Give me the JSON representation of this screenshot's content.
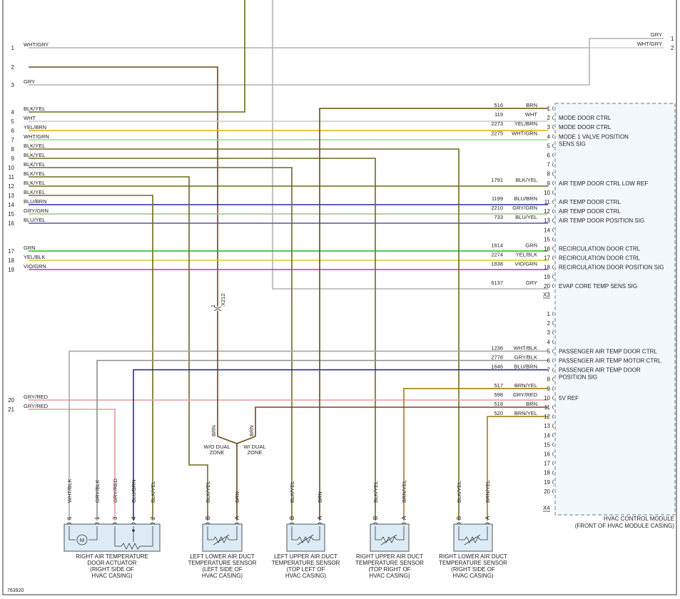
{
  "wire_colors": {
    "WHT": "#c8c8c8",
    "GRY": "#b4b4b4",
    "BLK/YEL": "#6e6a1c",
    "YEL/BRN": "#d9b800",
    "WHT/GRN": "#a6d08e",
    "BLU/BRN": "#2a2aa0",
    "GRY/GRN": "#9fbf8f",
    "BLU/YEL": "#5a4fae",
    "GRN": "#22b022",
    "YEL/BLK": "#d6cc20",
    "VIO/GRN": "#e020c8",
    "GRY/RED": "#e69a9a",
    "BRN": "#6b4a10",
    "BRN/YEL": "#a0800f",
    "WHT/BLK": "#a6a6a6",
    "GRY/BLK": "#8f8f8f",
    "WHT/GRY": "#d0d0d0"
  },
  "left_wires": [
    {
      "pin": "1",
      "color": "WHT/GRY"
    },
    {
      "pin": "2",
      "color": ""
    },
    {
      "pin": "3",
      "color": "GRY"
    },
    {
      "pin": "4",
      "color": "BLK/YEL"
    },
    {
      "pin": "5",
      "color": "WHT"
    },
    {
      "pin": "6",
      "color": "YEL/BRN"
    },
    {
      "pin": "7",
      "color": "WHT/GRN"
    },
    {
      "pin": "8",
      "color": "BLK/YEL"
    },
    {
      "pin": "9",
      "color": "BLK/YEL"
    },
    {
      "pin": "10",
      "color": "BLK/YEL"
    },
    {
      "pin": "11",
      "color": "BLK/YEL"
    },
    {
      "pin": "12",
      "color": "BLK/YEL"
    },
    {
      "pin": "13",
      "color": "BLK/YEL"
    },
    {
      "pin": "14",
      "color": "BLU/BRN"
    },
    {
      "pin": "15",
      "color": "GRY/GRN"
    },
    {
      "pin": "16",
      "color": "BLU/YEL"
    },
    {
      "pin": "17",
      "color": "GRN"
    },
    {
      "pin": "18",
      "color": "YEL/BLK"
    },
    {
      "pin": "19",
      "color": "VIO/GRN"
    },
    {
      "pin": "20",
      "color": "GRY/RED"
    },
    {
      "pin": "21",
      "color": "GRY/RED"
    }
  ],
  "top_right_wires": [
    {
      "pin": "1",
      "color": "GRY"
    },
    {
      "pin": "2",
      "color": "WHT/GRY"
    }
  ],
  "x3_connector": {
    "label": "X3",
    "pins": [
      {
        "pin": "1",
        "circuit": "516",
        "color": "BRN",
        "func": ""
      },
      {
        "pin": "2",
        "circuit": "119",
        "color": "WHT",
        "func": "MODE DOOR CTRL"
      },
      {
        "pin": "3",
        "circuit": "2273",
        "color": "YEL/BRN",
        "func": "MODE DOOR CTRL"
      },
      {
        "pin": "4",
        "circuit": "2275",
        "color": "WHT/GRN",
        "func": "MODE 1 VALVE POSITION"
      },
      {
        "pin": "5",
        "circuit": "",
        "color": "",
        "func": "SENS SIG"
      },
      {
        "pin": "6",
        "circuit": "",
        "color": "",
        "func": ""
      },
      {
        "pin": "7",
        "circuit": "",
        "color": "",
        "func": ""
      },
      {
        "pin": "8",
        "circuit": "",
        "color": "",
        "func": ""
      },
      {
        "pin": "9",
        "circuit": "1791",
        "color": "BLK/YEL",
        "func": "AIR TEMP DOOR CTRL LOW REF"
      },
      {
        "pin": "10",
        "circuit": "",
        "color": "",
        "func": ""
      },
      {
        "pin": "11",
        "circuit": "1199",
        "color": "BLU/BRN",
        "func": "AIR TEMP DOOR CTRL"
      },
      {
        "pin": "12",
        "circuit": "2210",
        "color": "GRY/GRN",
        "func": "AIR TEMP DOOR CTRL"
      },
      {
        "pin": "13",
        "circuit": "733",
        "color": "BLU/YEL",
        "func": "AIR TEMP DOOR POSITION SIG"
      },
      {
        "pin": "14",
        "circuit": "",
        "color": "",
        "func": ""
      },
      {
        "pin": "15",
        "circuit": "",
        "color": "",
        "func": ""
      },
      {
        "pin": "16",
        "circuit": "1614",
        "color": "GRN",
        "func": "RECIRCULATION DOOR CTRL"
      },
      {
        "pin": "17",
        "circuit": "2274",
        "color": "YEL/BLK",
        "func": "RECIRCULATION DOOR CTRL"
      },
      {
        "pin": "18",
        "circuit": "1838",
        "color": "VIO/GRN",
        "func": "RECIRCULATION DOOR POSITION SIG"
      },
      {
        "pin": "19",
        "circuit": "",
        "color": "",
        "func": ""
      },
      {
        "pin": "20",
        "circuit": "6137",
        "color": "GRY",
        "func": "EVAP CORE TEMP SENS SIG"
      }
    ]
  },
  "x4_connector": {
    "label": "X4",
    "pins": [
      {
        "pin": "1",
        "circuit": "",
        "color": "",
        "func": ""
      },
      {
        "pin": "2",
        "circuit": "",
        "color": "",
        "func": ""
      },
      {
        "pin": "3",
        "circuit": "",
        "color": "",
        "func": ""
      },
      {
        "pin": "4",
        "circuit": "",
        "color": "",
        "func": ""
      },
      {
        "pin": "5",
        "circuit": "1236",
        "color": "WHT/BLK",
        "func": "PASSENGER AIR TEMP DOOR CTRL"
      },
      {
        "pin": "6",
        "circuit": "2778",
        "color": "GRY/BLK",
        "func": "PASSENGER AIR TEMP MOTOR CTRL"
      },
      {
        "pin": "7",
        "circuit": "1646",
        "color": "BLU/BRN",
        "func": "PASSENGER AIR TEMP DOOR"
      },
      {
        "pin": "8",
        "circuit": "",
        "color": "",
        "func": "POSITION SIG"
      },
      {
        "pin": "9",
        "circuit": "517",
        "color": "BRN/YEL",
        "func": ""
      },
      {
        "pin": "10",
        "circuit": "598",
        "color": "GRY/RED",
        "func": "5V REF"
      },
      {
        "pin": "11",
        "circuit": "518",
        "color": "BRN",
        "func": ""
      },
      {
        "pin": "12",
        "circuit": "520",
        "color": "BRN/YEL",
        "func": ""
      },
      {
        "pin": "13",
        "circuit": "",
        "color": "",
        "func": ""
      },
      {
        "pin": "14",
        "circuit": "",
        "color": "",
        "func": ""
      },
      {
        "pin": "15",
        "circuit": "",
        "color": "",
        "func": ""
      },
      {
        "pin": "16",
        "circuit": "",
        "color": "",
        "func": ""
      },
      {
        "pin": "17",
        "circuit": "",
        "color": "",
        "func": ""
      },
      {
        "pin": "18",
        "circuit": "",
        "color": "",
        "func": ""
      },
      {
        "pin": "19",
        "circuit": "",
        "color": "",
        "func": ""
      },
      {
        "pin": "20",
        "circuit": "",
        "color": "",
        "func": ""
      }
    ]
  },
  "module": {
    "name": "HVAC CONTROL MODULE",
    "location": "(FRONT OF HVAC MODULE CASING)"
  },
  "splice": {
    "pin": "1",
    "name": "X212"
  },
  "zone_options": {
    "left_wire": "BRN",
    "right_wire": "BRN",
    "left": [
      "W/O DUAL",
      "ZONE"
    ],
    "right": [
      "W/ DUAL",
      "ZONE"
    ]
  },
  "actuator": {
    "name": [
      "RIGHT AIR TEMPERATURE",
      "DOOR ACTUATOR",
      "(RIGHT SIDE OF",
      "HVAC CASING)"
    ],
    "motor": "M",
    "pins": [
      {
        "pin": "6",
        "color": "WHT/BLK"
      },
      {
        "pin": "1",
        "color": "GRY/BLK"
      },
      {
        "pin": "3",
        "color": "GRY/RED"
      },
      {
        "pin": "4",
        "color": "BLU/BRN"
      },
      {
        "pin": "2",
        "color": "BLK/YEL"
      }
    ]
  },
  "sensors": [
    {
      "name": [
        "LEFT LOWER AIR DUCT",
        "TEMPERATURE SENSOR",
        "(LEFT SIDE OF",
        "HVAC CASING)"
      ],
      "pins": [
        {
          "pin": "B",
          "color": "BLK/YEL"
        },
        {
          "pin": "A",
          "color": "BRN"
        }
      ]
    },
    {
      "name": [
        "LEFT UPPER AIR DUCT",
        "TEMPERATURE SENSOR",
        "(TOP LEFT OF",
        "HVAC CASING)"
      ],
      "pins": [
        {
          "pin": "B",
          "color": "BLK/YEL"
        },
        {
          "pin": "A",
          "color": "BRN"
        }
      ]
    },
    {
      "name": [
        "RIGHT UPPER AIR DUCT",
        "TEMPERATURE SENSOR",
        "(TOP RIGHT OF",
        "HVAC CASING)"
      ],
      "pins": [
        {
          "pin": "B",
          "color": "BLK/YEL"
        },
        {
          "pin": "A",
          "color": "BRN/YEL"
        }
      ]
    },
    {
      "name": [
        "RIGHT LOWER AIR DUCT",
        "TEMPERATURE SENSOR",
        "(RIGHT SIDE OF",
        "HVAC CASING)"
      ],
      "pins": [
        {
          "pin": "B",
          "color": "BLK/YEL"
        },
        {
          "pin": "A",
          "color": "BRN/YEL"
        }
      ]
    }
  ],
  "figure_id": "763920"
}
